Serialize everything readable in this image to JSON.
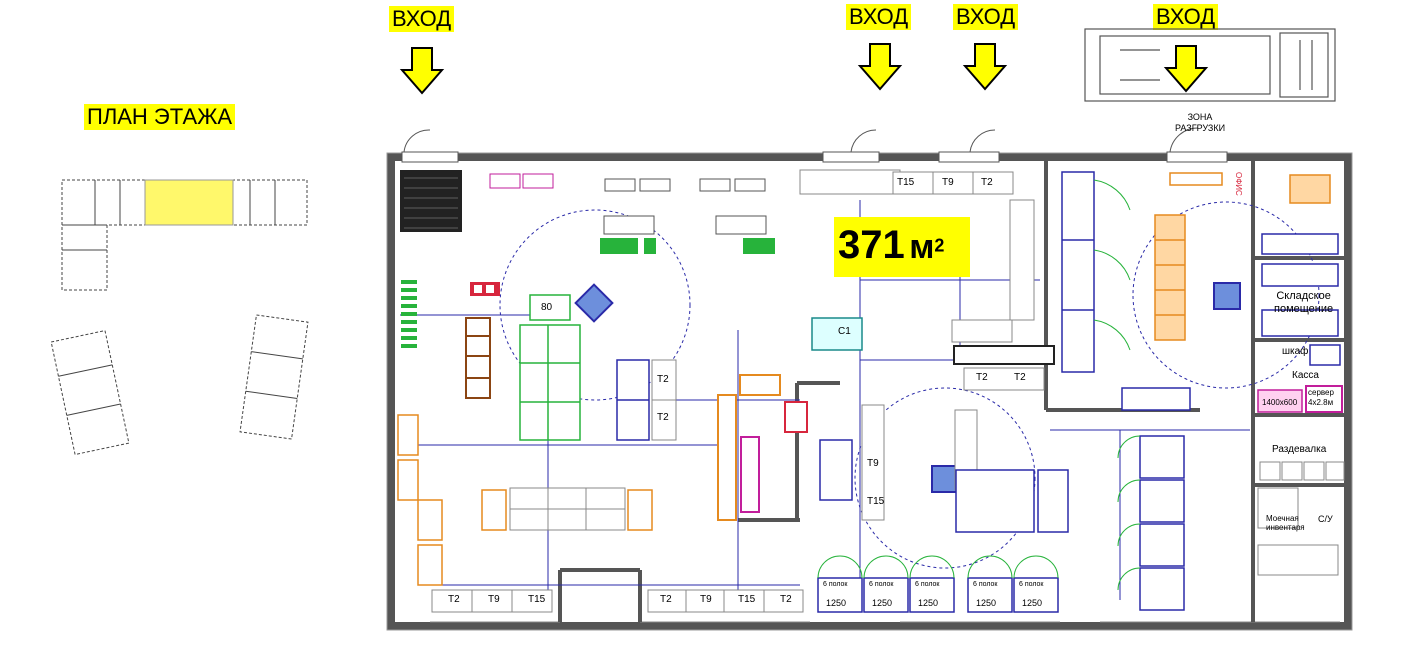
{
  "labels": {
    "entrance": "ВХОД",
    "floor_plan": "ПЛАН ЭТАЖА",
    "area_value": "371",
    "area_unit": "м",
    "area_exp": "2",
    "unload_zone_1": "ЗОНА",
    "unload_zone_2": "РАЗГРУЗКИ",
    "storage_1": "Складское",
    "storage_2": "помещение",
    "cabinet": "шкаф",
    "cashier": "Касса",
    "server_1": "сервер",
    "server_2": "4x2.8м",
    "size_1400": "1400x600",
    "cutting": "Раздевалка",
    "washroom_1": "Моечная",
    "washroom_2": "инвентаря",
    "wc": "С/У",
    "office": "ОФИС"
  },
  "fixtures": {
    "t15": "T15",
    "t9": "T9",
    "t2": "T2",
    "c1": "C1",
    "v80": "80",
    "v1250": "1250",
    "shelves6": "6 полок"
  },
  "colors": {
    "highlight": "#ffff00",
    "wall": "#555555",
    "line": "#2a2aa8",
    "green": "#27b33b",
    "brown": "#8b4513",
    "orange": "#e58a1f",
    "red": "#d7263d",
    "magenta": "#c21e9b"
  }
}
